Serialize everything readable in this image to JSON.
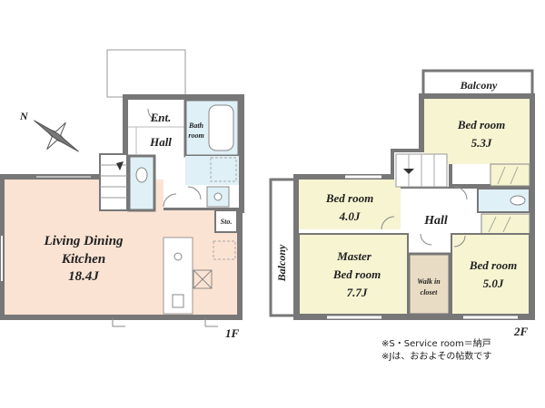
{
  "floors": {
    "first": {
      "label": "1F",
      "rooms": {
        "living_line1": "Living Dining",
        "living_line2": "Kitchen",
        "living_size": "18.4J",
        "entrance": "Ent.",
        "hall": "Hall",
        "bath_line1": "Bath",
        "bath_line2": "room",
        "storage": "Sto."
      }
    },
    "second": {
      "label": "2F",
      "rooms": {
        "balcony_top": "Balcony",
        "balcony_left": "Balcony",
        "bed_top_line1": "Bed room",
        "bed_top_size": "5.3J",
        "bed_left_line1": "Bed room",
        "bed_left_size": "4.0J",
        "hall": "Hall",
        "master_line1": "Master",
        "master_line2": "Bed room",
        "master_size": "7.7J",
        "walkin_line1": "Walk in",
        "walkin_line2": "closet",
        "bed_right_line1": "Bed room",
        "bed_right_size": "5.0J"
      }
    }
  },
  "compass": {
    "label": "N",
    "icon": "compass-icon"
  },
  "notes": {
    "line1": "※S・Service room＝納戸",
    "line2": "※Jは、おおよその帖数です"
  },
  "colors": {
    "living_fill": "#fbe3d3",
    "bedroom_fill": "#f7f4d2",
    "hall_fill": "#ffffff",
    "wet_fill": "#dff0f7",
    "closet_fill": "#e8dcc4",
    "wall": "#777777"
  }
}
